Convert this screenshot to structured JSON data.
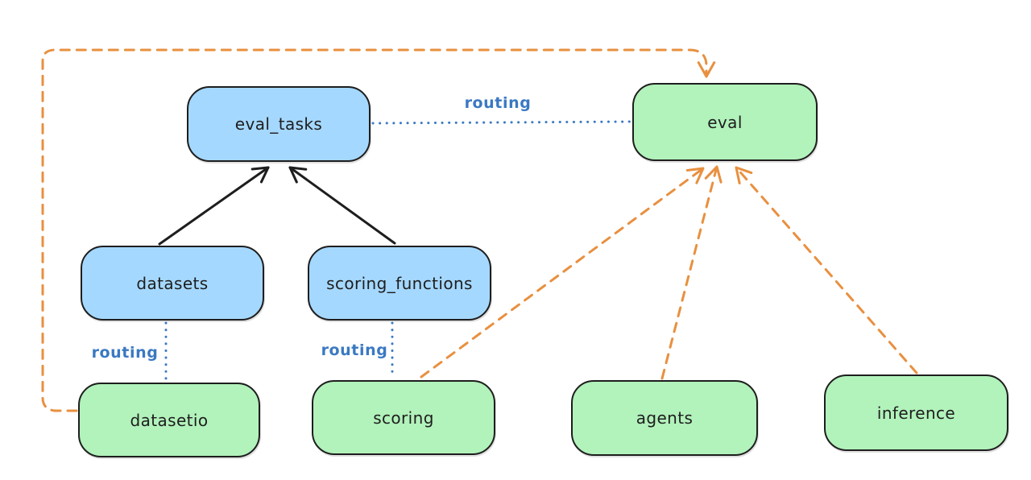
{
  "diagram": {
    "background": "#ffffff",
    "palette": {
      "api_box_fill": "#a5d8ff",
      "provider_box_fill": "#b2f2bb",
      "box_stroke": "#1e1e1e",
      "solid_edge_color": "#1e1e1e",
      "routing_edge_color": "#3a79c2",
      "provider_edge_color": "#e89040"
    },
    "nodes": {
      "eval_tasks": {
        "label": "eval_tasks",
        "kind": "blue"
      },
      "eval": {
        "label": "eval",
        "kind": "green"
      },
      "datasets": {
        "label": "datasets",
        "kind": "blue"
      },
      "scoring_functions": {
        "label": "scoring_functions",
        "kind": "blue"
      },
      "datasetio": {
        "label": "datasetio",
        "kind": "green"
      },
      "scoring": {
        "label": "scoring",
        "kind": "green"
      },
      "agents": {
        "label": "agents",
        "kind": "green"
      },
      "inference": {
        "label": "inference",
        "kind": "green"
      }
    },
    "edge_labels": {
      "eval_tasks_to_eval": "routing",
      "datasets_to_datasetio": "routing",
      "scoring_functions_to_scoring": "routing"
    },
    "edges": [
      {
        "from": "datasets",
        "to": "eval_tasks",
        "style": "solid",
        "color": "#1e1e1e",
        "arrowhead": true
      },
      {
        "from": "scoring_functions",
        "to": "eval_tasks",
        "style": "solid",
        "color": "#1e1e1e",
        "arrowhead": true
      },
      {
        "from": "eval_tasks",
        "to": "eval",
        "style": "dotted",
        "color": "#3a79c2",
        "label": "routing",
        "arrowhead": false
      },
      {
        "from": "datasets",
        "to": "datasetio",
        "style": "dotted",
        "color": "#3a79c2",
        "label": "routing",
        "arrowhead": false
      },
      {
        "from": "scoring_functions",
        "to": "scoring",
        "style": "dotted",
        "color": "#3a79c2",
        "label": "routing",
        "arrowhead": false
      },
      {
        "from": "datasetio",
        "to": "eval",
        "style": "dashed",
        "color": "#e89040",
        "arrowhead": true
      },
      {
        "from": "scoring",
        "to": "eval",
        "style": "dashed",
        "color": "#e89040",
        "arrowhead": true
      },
      {
        "from": "agents",
        "to": "eval",
        "style": "dashed",
        "color": "#e89040",
        "arrowhead": true
      },
      {
        "from": "inference",
        "to": "eval",
        "style": "dashed",
        "color": "#e89040",
        "arrowhead": true
      }
    ]
  }
}
